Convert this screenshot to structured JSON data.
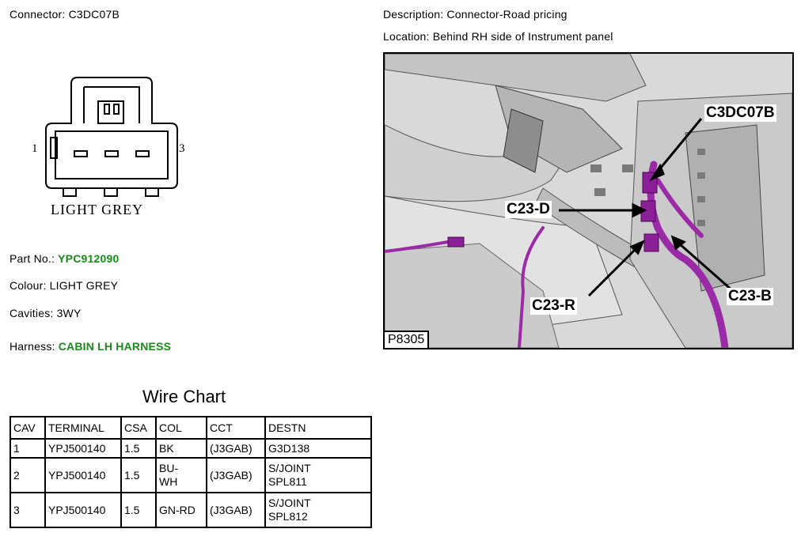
{
  "header": {
    "connector_label": "Connector: C3DC07B",
    "description_label": "Description: Connector-Road pricing",
    "location_label": "Location: Behind RH side of Instrument panel"
  },
  "connector_diagram": {
    "pin_left": "1",
    "pin_right": "3",
    "caption": "LIGHT GREY"
  },
  "details": {
    "part_no_label": "Part No.:",
    "part_no_value": "YPC912090",
    "colour_label": "Colour: LIGHT GREY",
    "cavities_label": "Cavities: 3WY",
    "harness_label": "Harness:",
    "harness_value": "CABIN LH HARNESS"
  },
  "photo": {
    "reference": "P8305",
    "callouts": {
      "main": "C3DC07B",
      "d": "C23-D",
      "r": "C23-R",
      "b": "C23-B"
    },
    "colors": {
      "harness": "#9b2aa6",
      "panel": "#d6d6d6",
      "green_value": "#1a8a1a"
    }
  },
  "wire_chart": {
    "title": "Wire Chart",
    "columns": [
      "CAV",
      "TERMINAL",
      "CSA",
      "COL",
      "CCT",
      "DESTN"
    ],
    "rows": [
      {
        "cav": "1",
        "terminal": "YPJ500140",
        "csa": "1.5",
        "col": "BK",
        "cct": "(J3GAB)",
        "destn": "G3D138"
      },
      {
        "cav": "2",
        "terminal": "YPJ500140",
        "csa": "1.5",
        "col": "BU-\nWH",
        "cct": "(J3GAB)",
        "destn": "S/JOINT\nSPL811"
      },
      {
        "cav": "3",
        "terminal": "YPJ500140",
        "csa": "1.5",
        "col": "GN-RD",
        "cct": "(J3GAB)",
        "destn": "S/JOINT\nSPL812"
      }
    ]
  }
}
